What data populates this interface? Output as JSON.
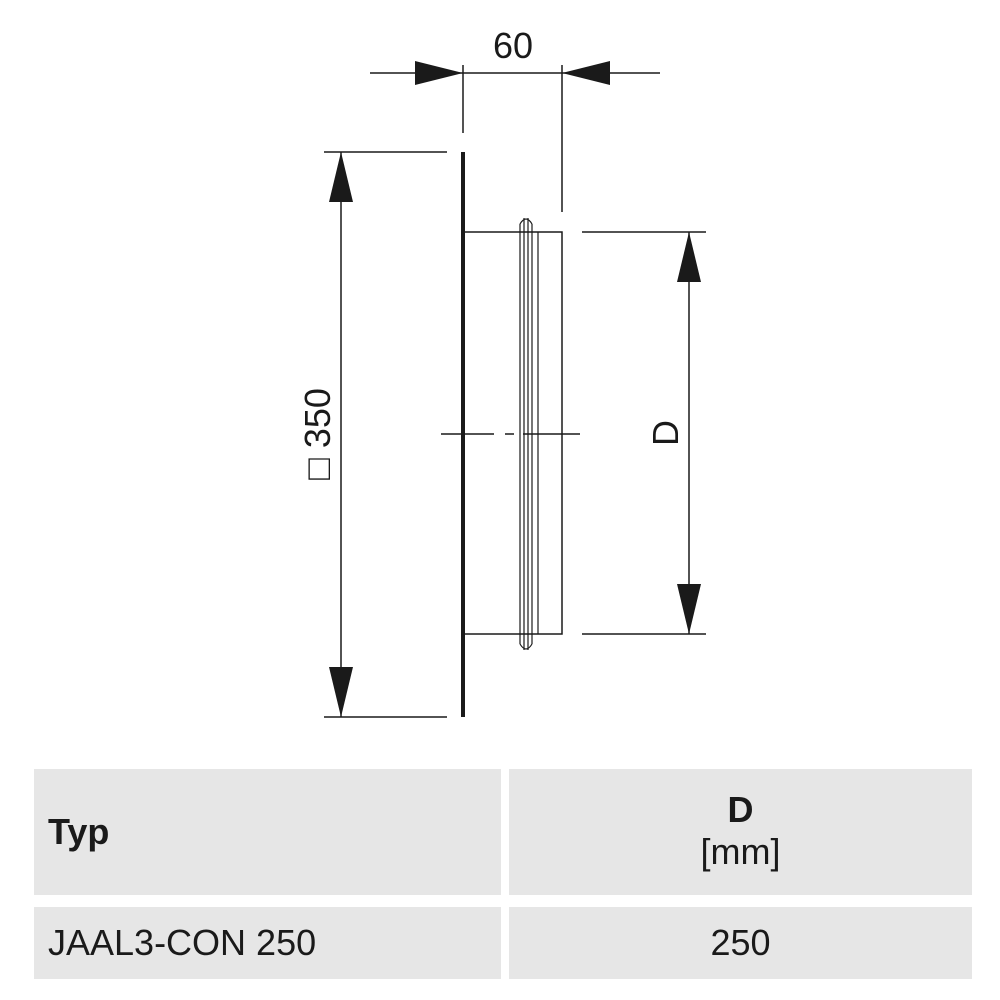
{
  "drawing": {
    "dim_depth": "60",
    "dim_square": "□ 350",
    "dim_diameter": "D"
  },
  "table": {
    "header": {
      "col1": "Typ",
      "col2_main": "D",
      "col2_unit": "[mm]"
    },
    "rows": [
      {
        "type": "JAAL3-CON 250",
        "d": "250"
      }
    ]
  }
}
